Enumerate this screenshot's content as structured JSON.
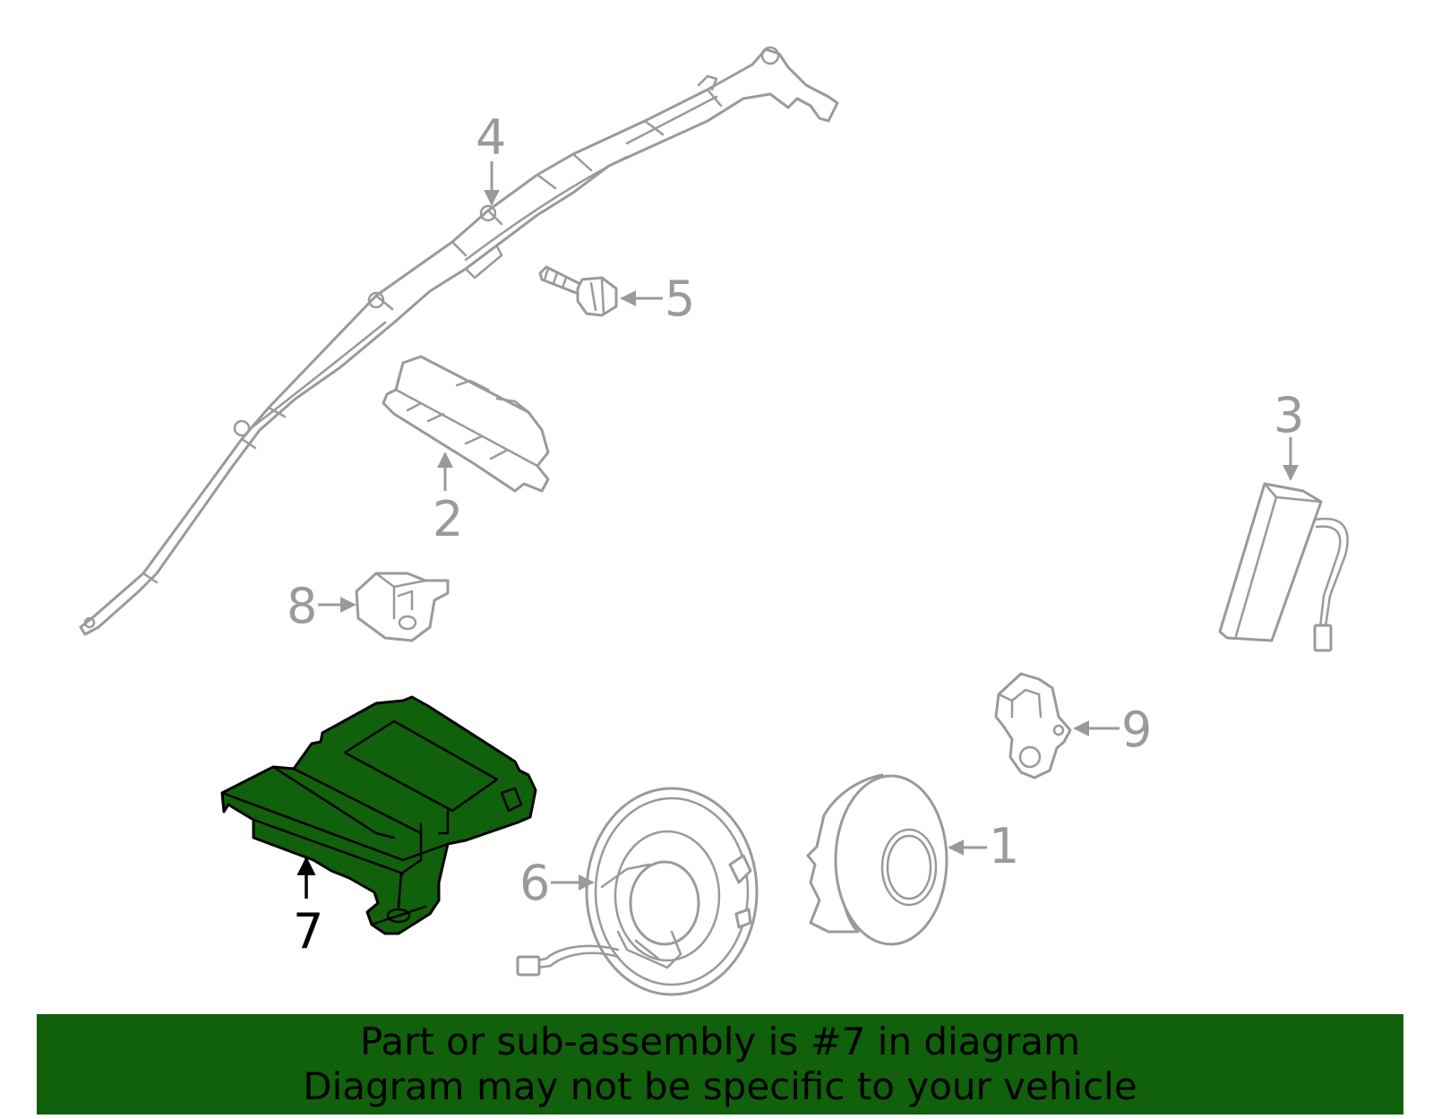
{
  "callouts": {
    "p1": "1",
    "p2": "2",
    "p3": "3",
    "p4": "4",
    "p5": "5",
    "p6": "6",
    "p7": "7",
    "p8": "8",
    "p9": "9"
  },
  "highlighted_part": "7",
  "colors": {
    "highlight": "#11600b",
    "part_outline": "#9a9a9a",
    "banner_background": "#11600b"
  },
  "banner": {
    "line1": "Part or sub-assembly is #7 in diagram",
    "line2": "Diagram may not be specific to your vehicle"
  }
}
